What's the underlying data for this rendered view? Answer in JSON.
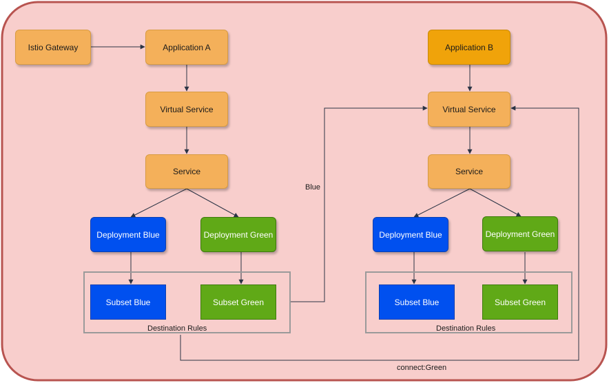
{
  "colors": {
    "container_fill": "#f8cecc",
    "container_border": "#b85450",
    "arrow": "#2b3445"
  },
  "left": {
    "gateway": "Istio Gateway",
    "app": "Application A",
    "virtual_service": "Virtual Service",
    "service": "Service",
    "deployment_blue": "Deployment Blue",
    "deployment_green": "Deployment Green",
    "subset_blue": "Subset Blue",
    "subset_green": "Subset Green",
    "rules_label": "Destination Rules"
  },
  "right": {
    "app": "Application B",
    "virtual_service": "Virtual Service",
    "service": "Service",
    "deployment_blue": "Deployment Blue",
    "deployment_green": "Deployment Green",
    "subset_blue": "Subset Blue",
    "subset_green": "Subset Green",
    "rules_label": "Destination Rules"
  },
  "edge_labels": {
    "blue": "Blue",
    "green": "connect:Green"
  }
}
